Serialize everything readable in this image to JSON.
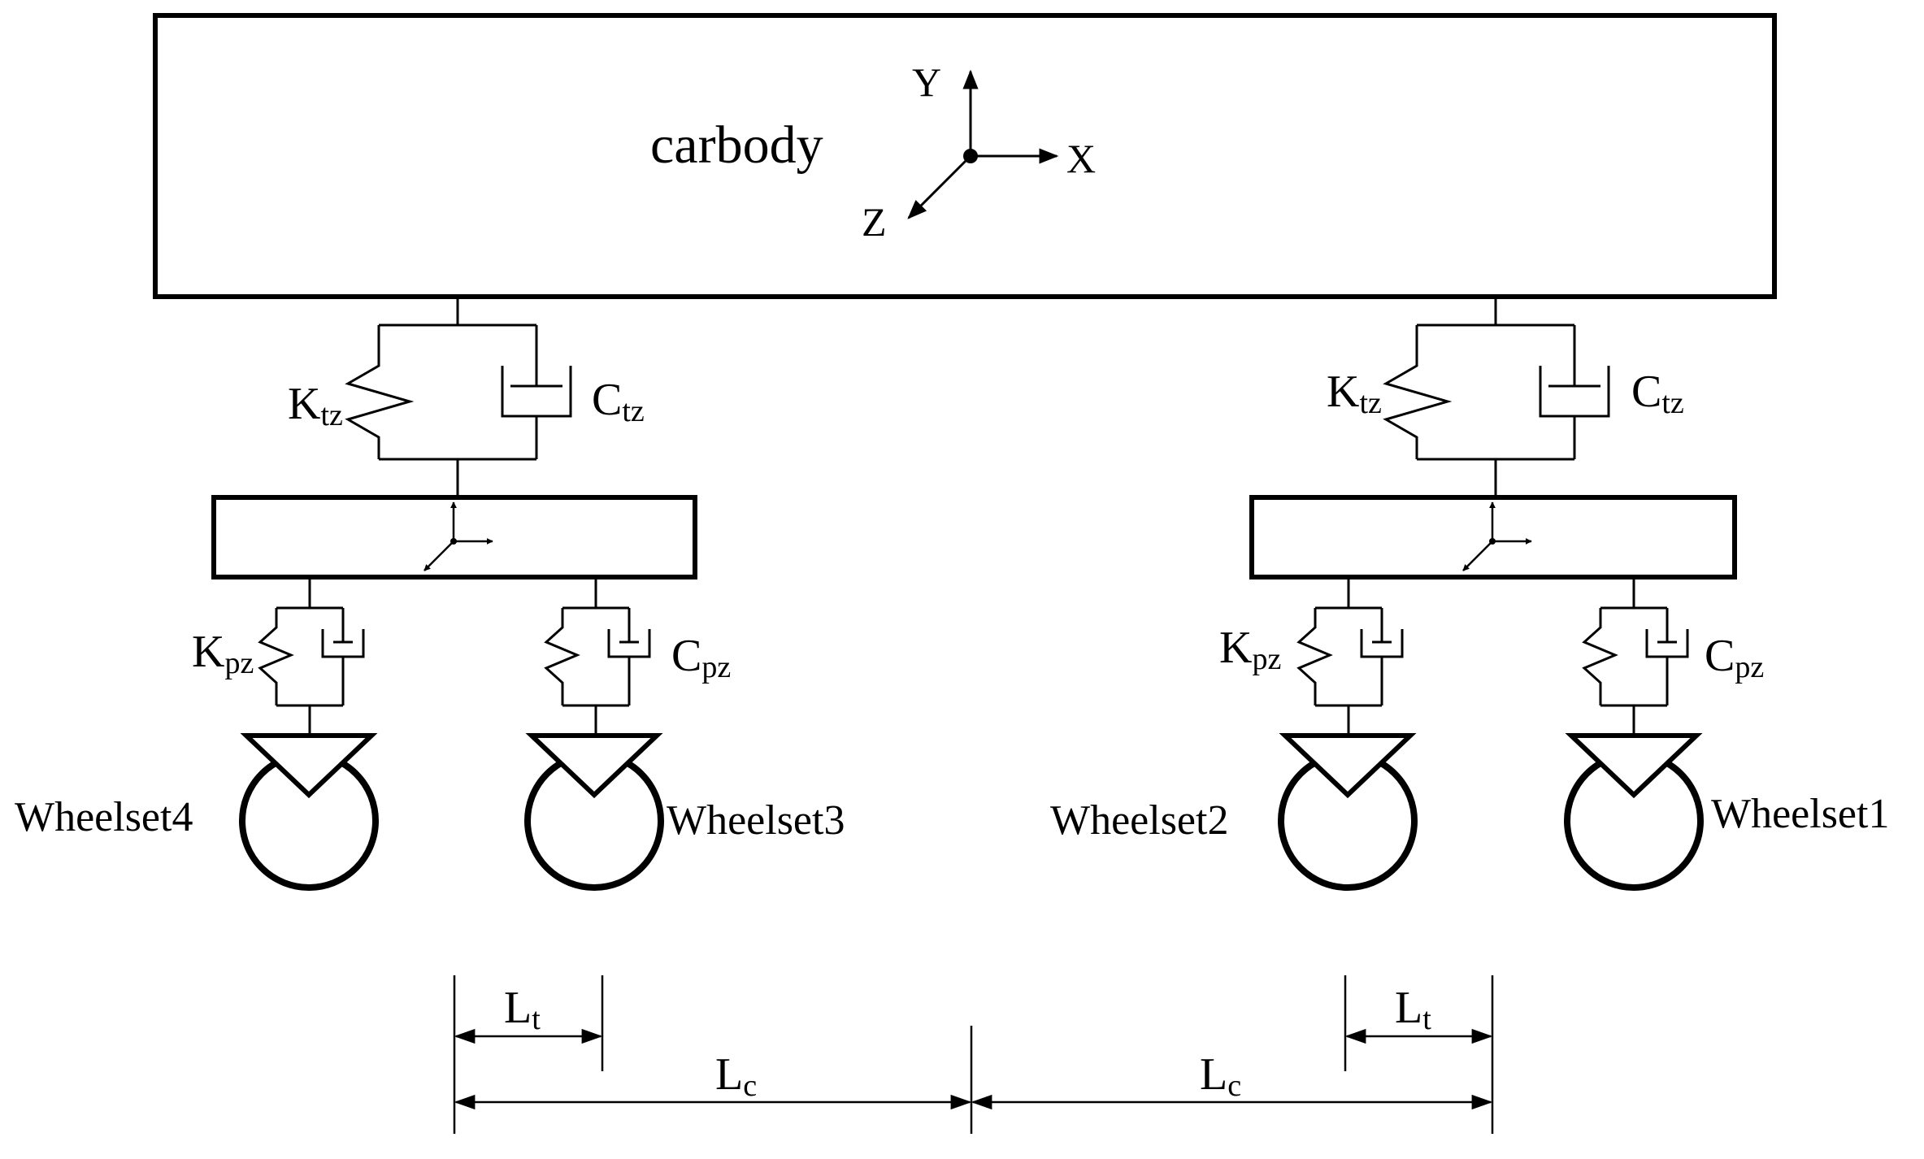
{
  "carbody": {
    "label": "carbody"
  },
  "axes": {
    "x": "X",
    "y": "Y",
    "z": "Z"
  },
  "secondary_suspension": {
    "spring_main": "K",
    "spring_sub": "tz",
    "damper_main": "C",
    "damper_sub": "tz"
  },
  "primary_suspension": {
    "spring_main": "K",
    "spring_sub": "pz",
    "damper_main": "C",
    "damper_sub": "pz"
  },
  "wheelsets": [
    "Wheelset4",
    "Wheelset3",
    "Wheelset2",
    "Wheelset1"
  ],
  "dimensions": {
    "lt_main": "L",
    "lt_sub": "t",
    "lc_main": "L",
    "lc_sub": "c"
  }
}
